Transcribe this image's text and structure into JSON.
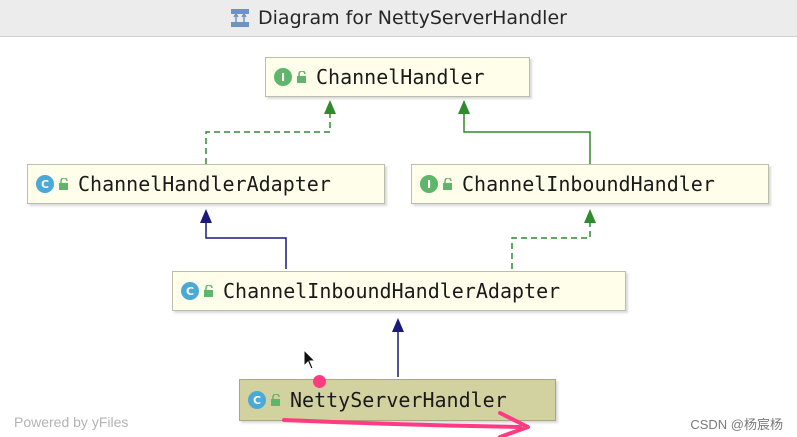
{
  "window": {
    "title": "Diagram for NettyServerHandler",
    "icon": "diagram-icon"
  },
  "nodes": {
    "channel_handler": {
      "label": "ChannelHandler",
      "kind": "I"
    },
    "channel_handler_adapter": {
      "label": "ChannelHandlerAdapter",
      "kind": "C"
    },
    "channel_inbound_handler": {
      "label": "ChannelInboundHandler",
      "kind": "I"
    },
    "channel_inbound_handler_adapter": {
      "label": "ChannelInboundHandlerAdapter",
      "kind": "C"
    },
    "netty_server_handler": {
      "label": "NettyServerHandler",
      "kind": "C"
    }
  },
  "footer": {
    "powered_by": "Powered by yFiles"
  },
  "watermark": "CSDN @杨宸杨",
  "colors": {
    "implements_edge": "#2e8b2e",
    "extends_edge": "#1a1a7a",
    "annotation": "#ff3c82",
    "node_fill": "#fefeea",
    "selected_fill": "#d2d1a0"
  }
}
